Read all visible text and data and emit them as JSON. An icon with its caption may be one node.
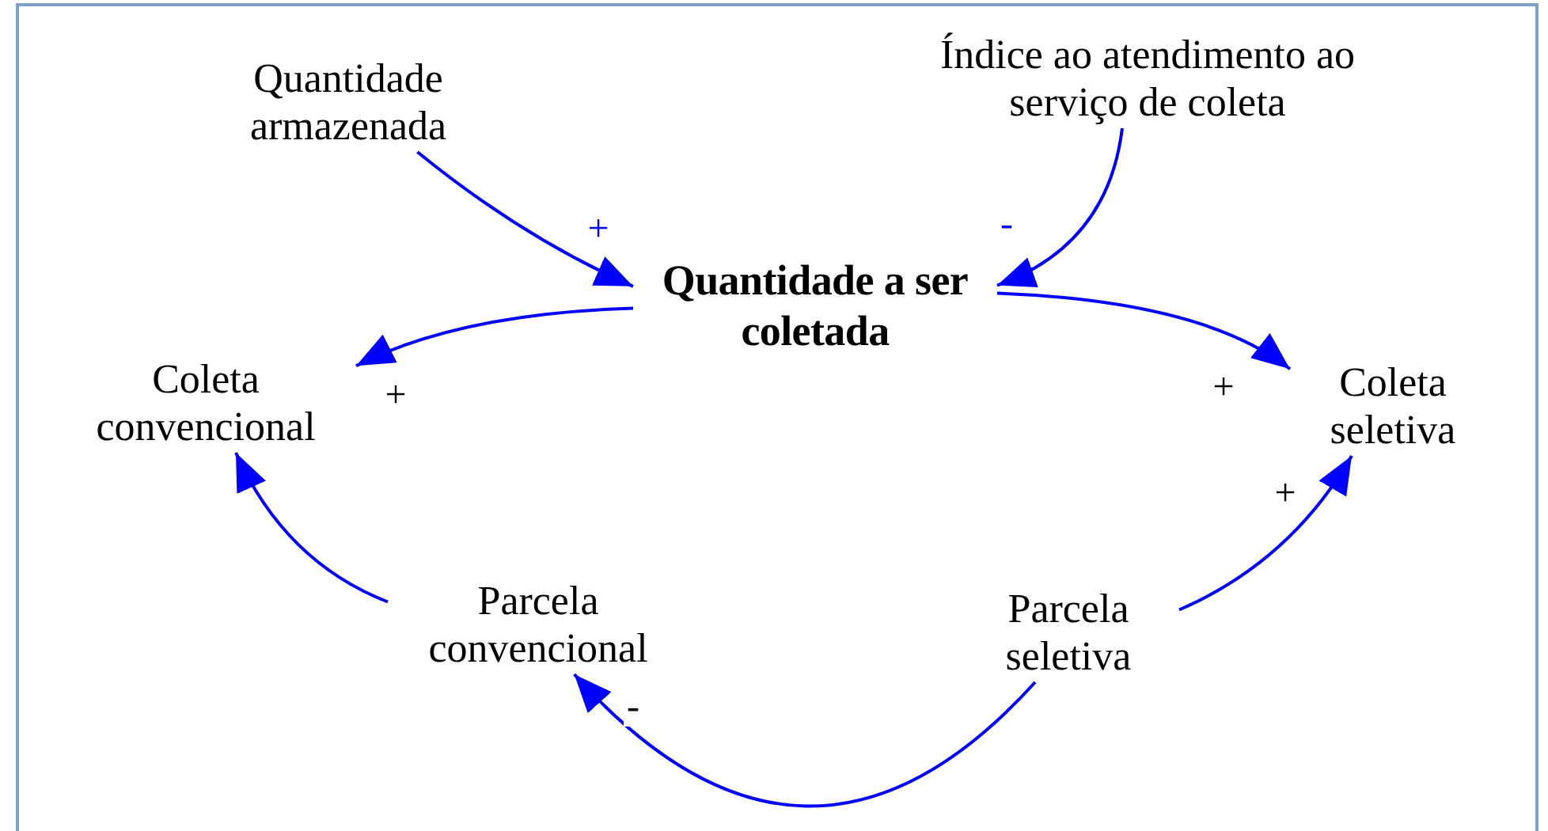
{
  "diagram": {
    "nodes": [
      {
        "text": [
          "Quantidade armazenada"
        ]
      },
      {
        "text": [
          "Índice ao atendimento ao serviço de coleta"
        ]
      },
      {
        "text": [
          "Quantidade a ser coletada"
        ]
      },
      {
        "text": [
          "Coleta convencional"
        ]
      },
      {
        "text": [
          "Coleta seletiva"
        ]
      },
      {
        "text": [
          "Parcela convencional"
        ]
      },
      {
        "text": [
          "Parcela seletiva"
        ]
      }
    ],
    "edges": [
      {
        "from": 0,
        "to": 2,
        "arrow": "to",
        "label": "+"
      },
      {
        "from": 1,
        "to": 2,
        "arrow": "to",
        "label": "-"
      },
      {
        "from": 2,
        "to": 3,
        "arrow": "to",
        "label": "+"
      },
      {
        "from": 2,
        "to": 4,
        "arrow": "to",
        "label": "+"
      },
      {
        "from": 6,
        "to": 4,
        "arrow": "to",
        "label": "+"
      },
      {
        "from": 5,
        "to": 3,
        "arrow": "to"
      },
      {
        "from": 6,
        "to": 5,
        "arrow": "to",
        "label": "-"
      }
    ]
  }
}
